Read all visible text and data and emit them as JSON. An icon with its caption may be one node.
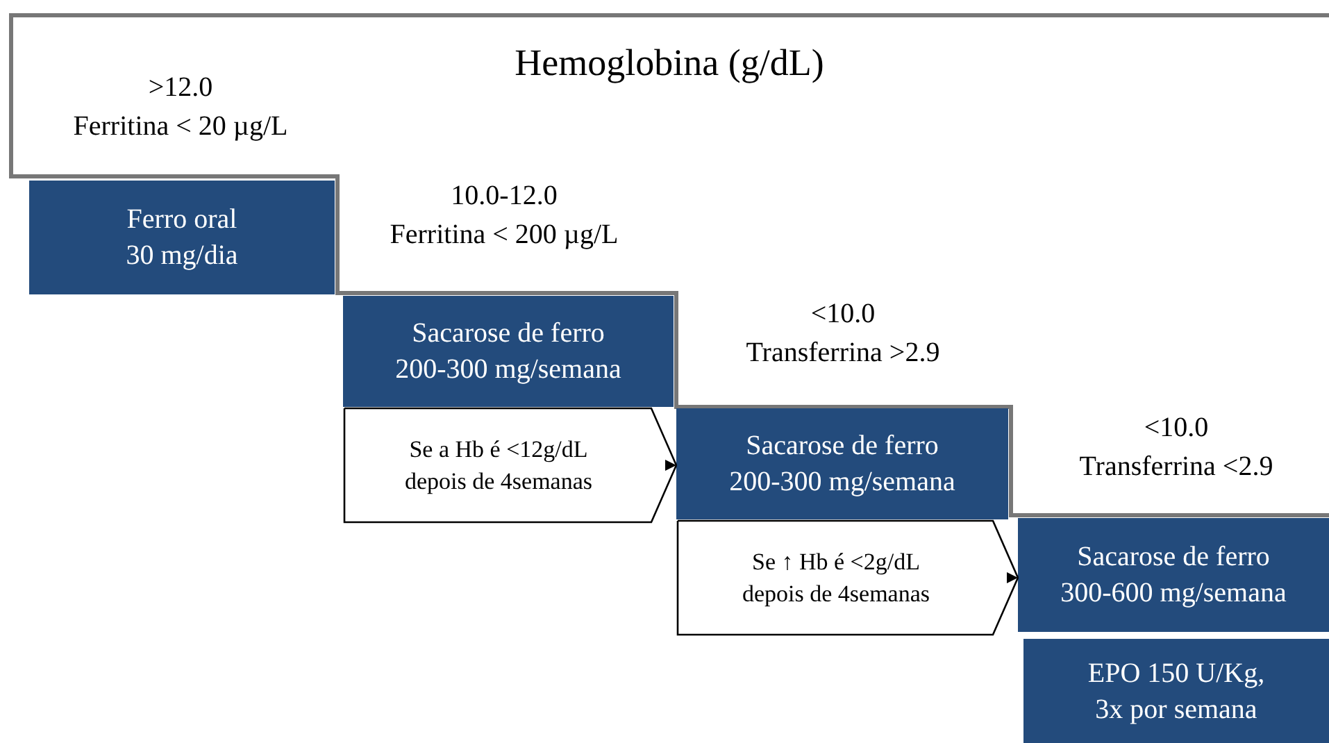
{
  "diagram": {
    "title": "Hemoglobina (g/dL)",
    "nodes": [
      {
        "text": [
          "Ferro oral",
          "30 mg/dia"
        ]
      },
      {
        "text": [
          "Sacarose de ferro",
          "200-300 mg/semana"
        ]
      },
      {
        "text": [
          "Sacarose de ferro",
          "200-300 mg/semana"
        ]
      },
      {
        "text": [
          "Sacarose de ferro",
          "300-600 mg/semana"
        ]
      },
      {
        "text": [
          "EPO 150 U/Kg,",
          "3x por semana"
        ]
      }
    ],
    "edges": [
      {
        "from": 1,
        "to": 2,
        "arrow": "to",
        "label": "Se a Hb é <12g/dL depois de 4semanas"
      },
      {
        "from": 2,
        "to": 3,
        "arrow": "to",
        "label": "Se ↑ Hb é <2g/dL depois de 4semanas"
      }
    ],
    "labels": [
      ">12.0",
      "Ferritina < 20 µg/L",
      "10.0-12.0",
      "Ferritina < 200 µg/L",
      "<10.0",
      "Transferrina >2.9",
      "<10.0",
      "Transferrina <2.9"
    ]
  }
}
